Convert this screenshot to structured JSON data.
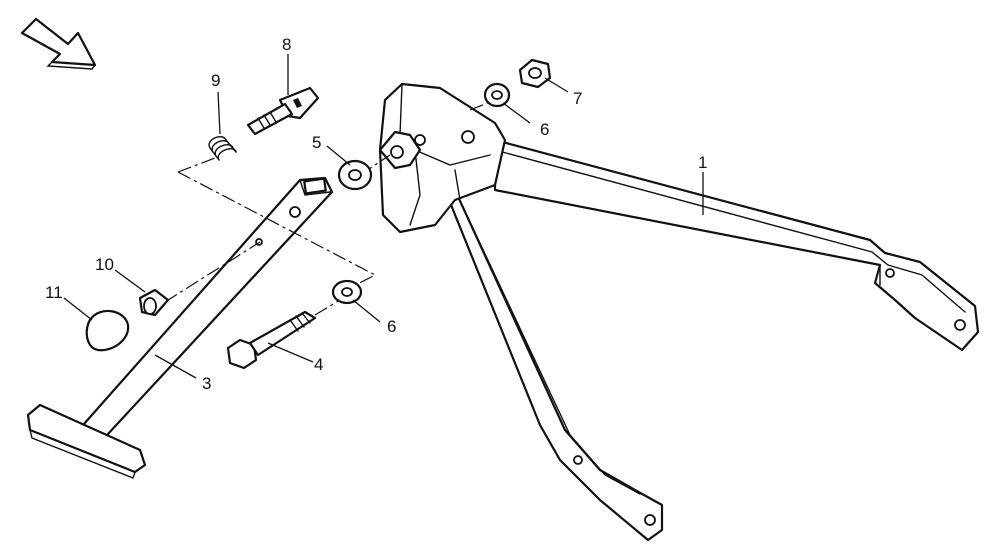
{
  "callouts": [
    {
      "id": "c1",
      "text": "1"
    },
    {
      "id": "c3",
      "text": "3"
    },
    {
      "id": "c4",
      "text": "4"
    },
    {
      "id": "c5",
      "text": "5"
    },
    {
      "id": "c6a",
      "text": "6"
    },
    {
      "id": "c6b",
      "text": "6"
    },
    {
      "id": "c7",
      "text": "7"
    },
    {
      "id": "c8",
      "text": "8"
    },
    {
      "id": "c9",
      "text": "9"
    },
    {
      "id": "c10",
      "text": "10"
    },
    {
      "id": "c11",
      "text": "11"
    }
  ],
  "icons": {
    "direction_arrow": "direction-arrow-icon"
  },
  "colors": {
    "line": "#111111",
    "background": "#ffffff"
  }
}
